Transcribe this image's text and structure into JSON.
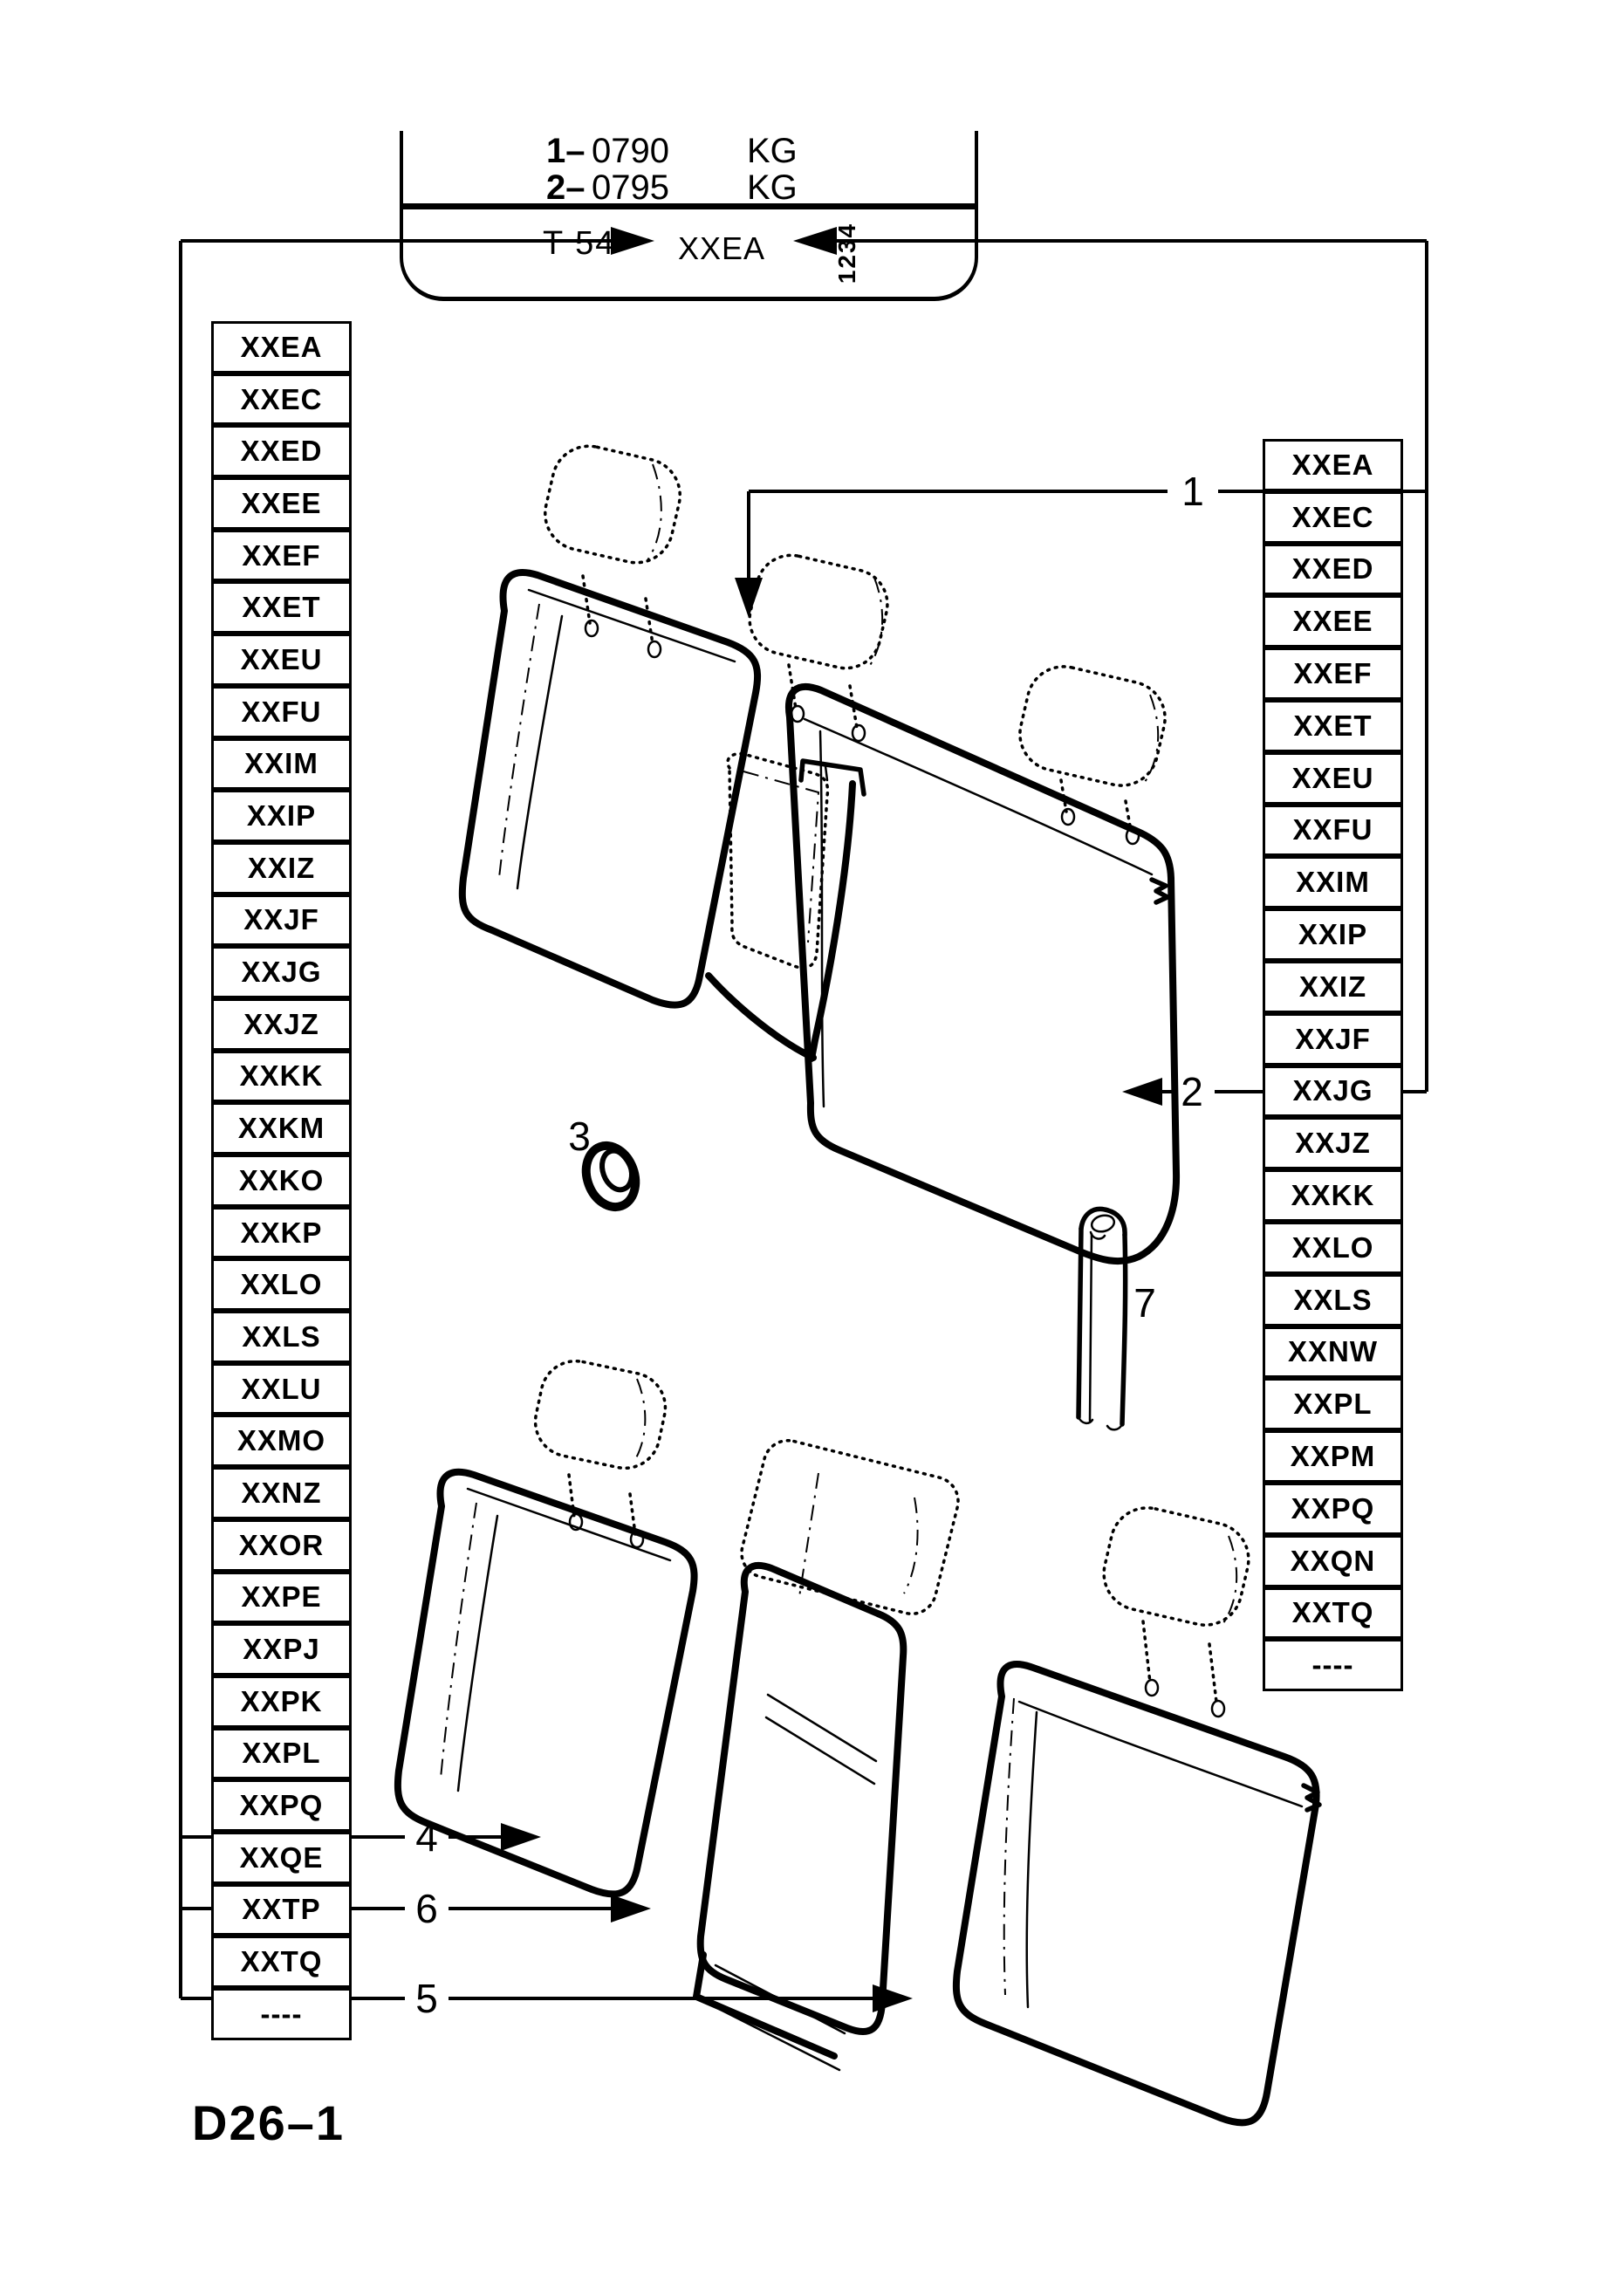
{
  "header": {
    "weights": [
      {
        "item": "1–",
        "value": "0790",
        "unit": "KG"
      },
      {
        "item": "2–",
        "value": "0795",
        "unit": "KG"
      }
    ],
    "left_note": "T 54",
    "trim_code": "XXEA",
    "right_note": "1234"
  },
  "left_column": {
    "codes": [
      "XXEA",
      "XXEC",
      "XXED",
      "XXEE",
      "XXEF",
      "XXET",
      "XXEU",
      "XXFU",
      "XXIM",
      "XXIP",
      "XXIZ",
      "XXJF",
      "XXJG",
      "XXJZ",
      "XXKK",
      "XXKM",
      "XXKO",
      "XXKP",
      "XXLO",
      "XXLS",
      "XXLU",
      "XXMO",
      "XXNZ",
      "XXOR",
      "XXPE",
      "XXPJ",
      "XXPK",
      "XXPL",
      "XXPQ",
      "XXQE",
      "XXTP",
      "XXTQ",
      "----"
    ]
  },
  "right_column": {
    "codes": [
      "XXEA",
      "XXEC",
      "XXED",
      "XXEE",
      "XXEF",
      "XXET",
      "XXEU",
      "XXFU",
      "XXIM",
      "XXIP",
      "XXIZ",
      "XXJF",
      "XXJG",
      "XXJZ",
      "XXKK",
      "XXLO",
      "XXLS",
      "XXNW",
      "XXPL",
      "XXPM",
      "XXPQ",
      "XXQN",
      "XXTQ",
      "----"
    ]
  },
  "callouts": {
    "c1": "1",
    "c2": "2",
    "c3": "3",
    "c4": "4",
    "c5": "5",
    "c6": "6",
    "c7": "7"
  },
  "figure_label": "D26–1",
  "colors": {
    "ink": "#000000",
    "paper": "#ffffff"
  }
}
